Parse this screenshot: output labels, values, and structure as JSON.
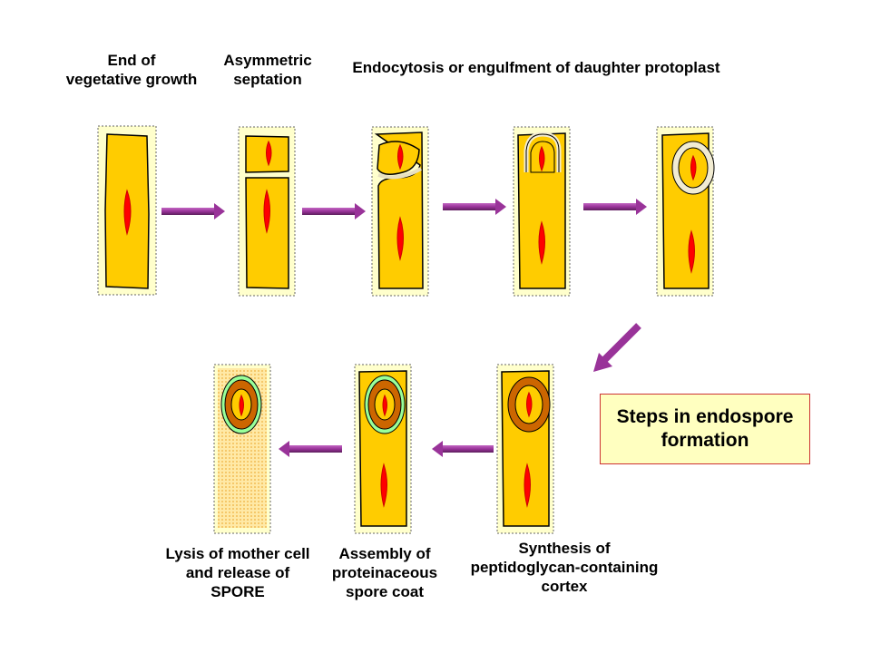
{
  "labels": {
    "step1": [
      "End of",
      "vegetative growth"
    ],
    "step2": [
      "Asymmetric",
      "septation"
    ],
    "step3": "Endocytosis or engulfment of daughter protoplast",
    "step6": [
      "Synthesis of",
      "peptidoglycan-containing",
      "cortex"
    ],
    "step7": [
      "Assembly of",
      "proteinaceous",
      "spore coat"
    ],
    "step8": [
      "Lysis of mother cell",
      "and release of",
      "SPORE"
    ]
  },
  "title": [
    "Steps in endospore",
    "formation"
  ],
  "colors": {
    "cell_fill": "#ffcc00",
    "cell_outline": "#000000",
    "frame_fill": "#ffffcc",
    "nucleoid": "#ff0000",
    "cortex": "#cc6600",
    "spore_coat": "#99ff99",
    "arrow": "#993399",
    "title_bg": "#ffffc0",
    "title_border": "#cc3333"
  }
}
